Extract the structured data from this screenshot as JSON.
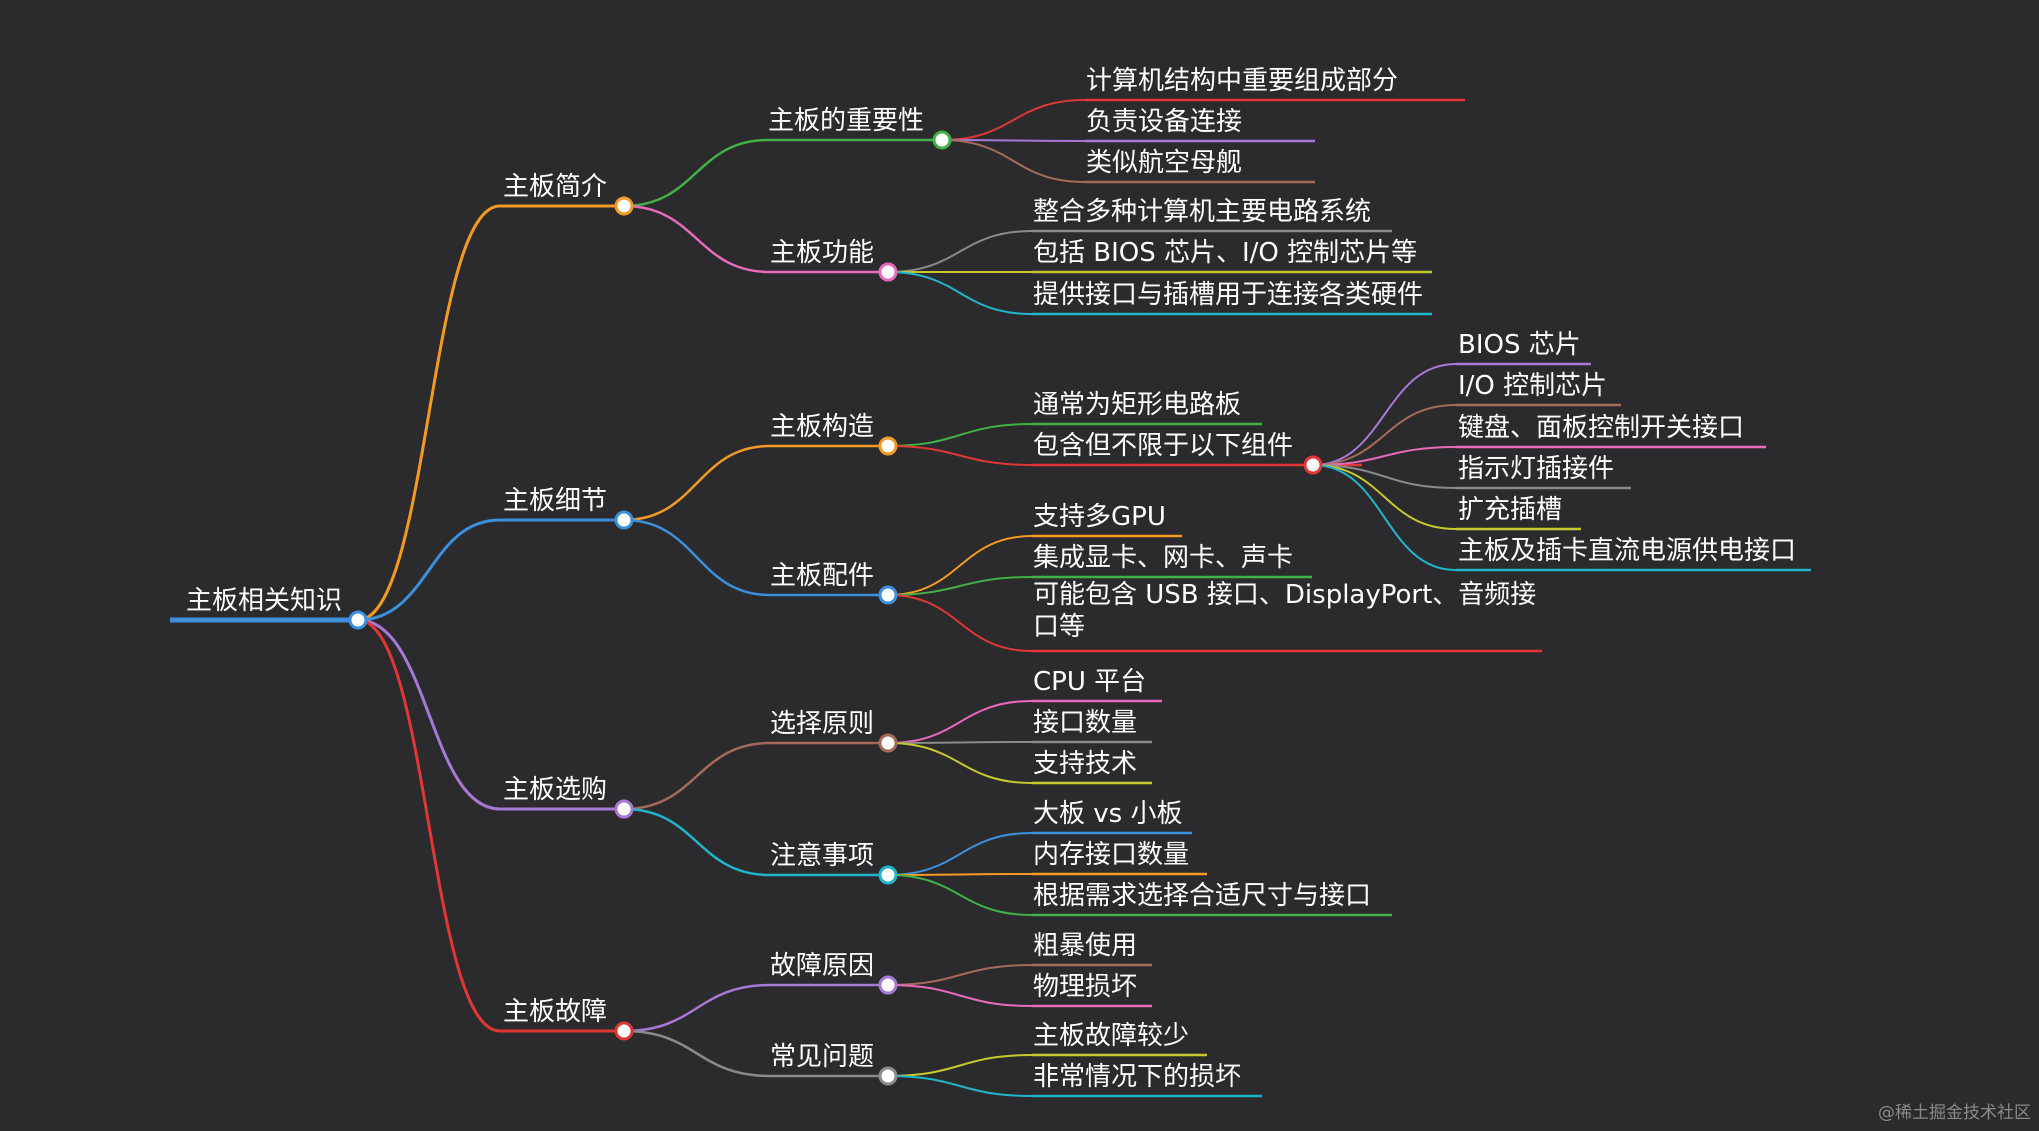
{
  "colors": {
    "background": "#2b2b2d",
    "root": "#3c8fdb",
    "orange": "#f39a24",
    "blue": "#3c8fdb",
    "purple": "#a779d6",
    "red": "#e03636",
    "green": "#42b045",
    "pink": "#e86aba",
    "brown": "#a56a5a",
    "gray": "#8a8a8a",
    "olive": "#c6c82c",
    "teal": "#21b5cb"
  },
  "mindmap": {
    "root": "主板相关知识",
    "branches": [
      {
        "label": "主板简介",
        "children": [
          {
            "label": "主板的重要性",
            "children": [
              "计算机结构中重要组成部分",
              "负责设备连接",
              "类似航空母舰"
            ]
          },
          {
            "label": "主板功能",
            "children": [
              "整合多种计算机主要电路系统",
              "包括 BIOS 芯片、I/O 控制芯片等",
              "提供接口与插槽用于连接各类硬件"
            ]
          }
        ]
      },
      {
        "label": "主板细节",
        "children": [
          {
            "label": "主板构造",
            "children": [
              "通常为矩形电路板",
              "包含但不限于以下组件"
            ],
            "components": [
              "BIOS 芯片",
              "I/O 控制芯片",
              "键盘、面板控制开关接口",
              "指示灯插接件",
              "扩充插槽",
              "主板及插卡直流电源供电接口"
            ]
          },
          {
            "label": "主板配件",
            "children": [
              "支持多GPU",
              "集成显卡、网卡、声卡",
              "可能包含 USB 接口、DisplayPort、音频接口等"
            ]
          }
        ]
      },
      {
        "label": "主板选购",
        "children": [
          {
            "label": "选择原则",
            "children": [
              "CPU 平台",
              "接口数量",
              "支持技术"
            ]
          },
          {
            "label": "注意事项",
            "children": [
              "大板 vs 小板",
              "内存接口数量",
              "根据需求选择合适尺寸与接口"
            ]
          }
        ]
      },
      {
        "label": "主板故障",
        "children": [
          {
            "label": "故障原因",
            "children": [
              "粗暴使用",
              "物理损坏"
            ]
          },
          {
            "label": "常见问题",
            "children": [
              "主板故障较少",
              "非常情况下的损坏"
            ]
          }
        ]
      }
    ]
  },
  "watermark": "@稀土掘金技术社区"
}
